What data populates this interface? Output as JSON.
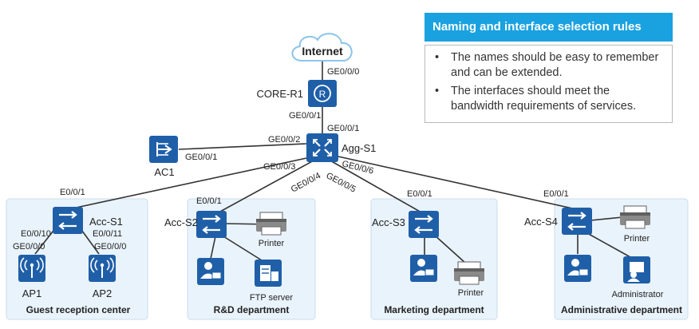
{
  "cloud": {
    "label": "Internet"
  },
  "devices": {
    "core_r1": "CORE-R1",
    "agg_s1": "Agg-S1",
    "ac1": "AC1",
    "acc_s1": "Acc-S1",
    "acc_s2": "Acc-S2",
    "acc_s3": "Acc-S3",
    "acc_s4": "Acc-S4",
    "ap1": "AP1",
    "ap2": "AP2",
    "printer_rd": "Printer",
    "printer_mkt": "Printer",
    "printer_admin": "Printer",
    "ftp_server": "FTP server",
    "administrator": "Administrator"
  },
  "ports": {
    "internet_core": "GE0/0/0",
    "core_down": "GE0/0/1",
    "agg_up": "GE0/0/1",
    "agg_ac": "GE0/0/2",
    "ac_port": "GE0/0/1",
    "agg_s1": "GE0/0/3",
    "agg_s2": "GE0/0/4",
    "agg_s3": "GE0/0/5",
    "agg_s4": "GE0/0/6",
    "s1_up": "E0/0/1",
    "s2_up": "E0/0/1",
    "s3_up": "E0/0/1",
    "s4_up": "E0/0/1",
    "s1_ap1": "E0/0/10",
    "s1_ap2": "E0/0/11",
    "ap1_port": "GE0/0/0",
    "ap2_port": "GE0/0/0"
  },
  "areas": {
    "guest": "Guest reception center",
    "rd": "R&D department",
    "marketing": "Marketing department",
    "admin": "Administrative department"
  },
  "rules": {
    "title": "Naming and interface selection rules",
    "items": [
      "The names should be easy to remember and can be extended.",
      "The interfaces should meet the bandwidth requirements of services."
    ],
    "bullet": "•"
  },
  "colors": {
    "device": "#1f5fa8",
    "title_bg": "#1aa1e0",
    "area_bg": "#e9f3fb"
  }
}
